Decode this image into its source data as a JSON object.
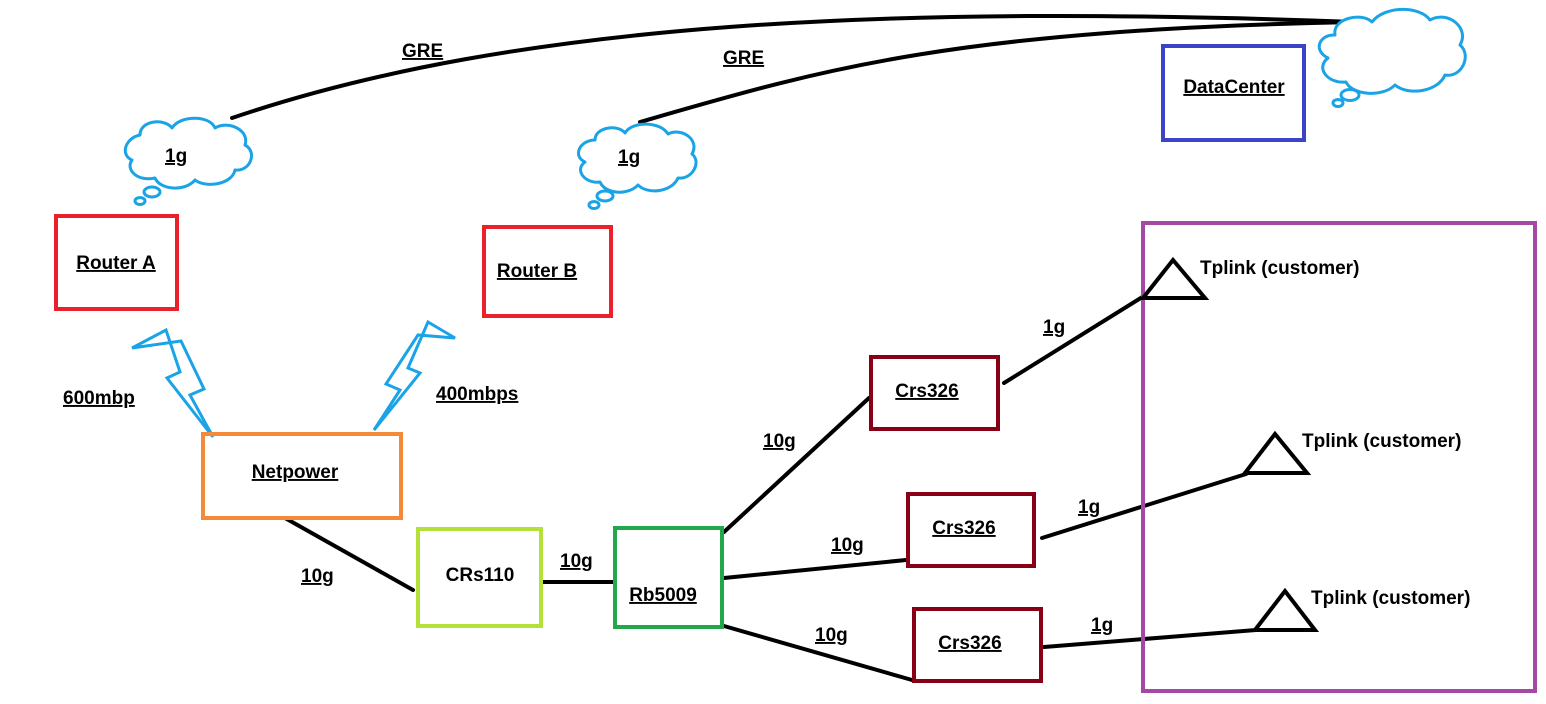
{
  "nodes": {
    "router_a": "Router A",
    "router_b": "Router B",
    "datacenter": "DataCenter",
    "netpower": "Netpower",
    "crs110": "CRs110",
    "rb5009": "Rb5009",
    "crs326_top": "Crs326",
    "crs326_mid": "Crs326",
    "crs326_bot": "Crs326",
    "tplink_1": "Tplink (customer)",
    "tplink_2": "Tplink (customer)",
    "tplink_3": "Tplink (customer)"
  },
  "links": {
    "gre_a": "GRE",
    "gre_b": "GRE",
    "cloud_a": "1g",
    "cloud_b": "1g",
    "wireless_a": "600mbp",
    "wireless_b": "400mbps",
    "netpower_crs110": "10g",
    "crs110_rb5009": "10g",
    "rb5009_crs326_top": "10g",
    "rb5009_crs326_mid": "10g",
    "rb5009_crs326_bot": "10g",
    "crs326_tplink_1": "1g",
    "crs326_tplink_2": "1g",
    "crs326_tplink_3": "1g"
  },
  "colors": {
    "router": "#e8212b",
    "datacenter": "#3b44c6",
    "netpower": "#f5893a",
    "crs110": "#b4e03a",
    "rb5009": "#21a84a",
    "crs326": "#880015",
    "customer_zone": "#a349a4",
    "cloud": "#1aa3e6",
    "line": "#000000"
  }
}
